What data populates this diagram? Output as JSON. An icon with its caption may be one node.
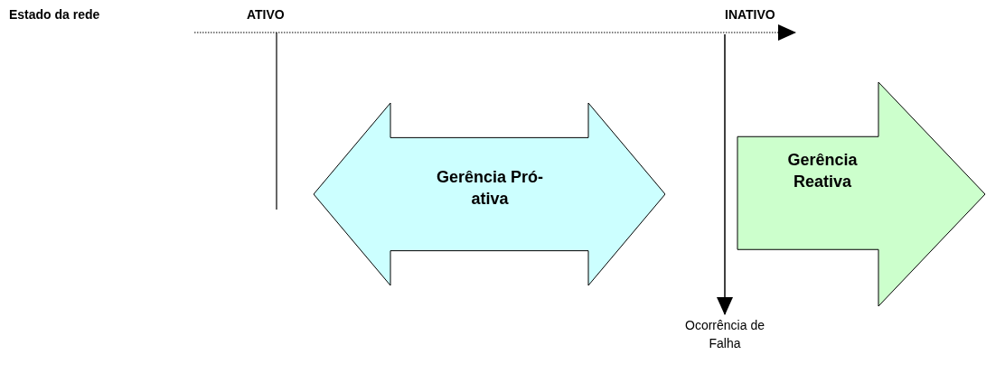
{
  "diagram": {
    "nodes": [
      {
        "text": [
          "Gerência Pró-ativa"
        ]
      },
      {
        "text": [
          "Gerência Reativa"
        ]
      },
      {
        "text": [
          "Ocorrência de Falha"
        ]
      }
    ],
    "edges": [
      {
        "from": null,
        "to": 2,
        "arrow": "to"
      }
    ],
    "labels": [
      "Estado da rede",
      "ATIVO",
      "INATIVO"
    ]
  }
}
